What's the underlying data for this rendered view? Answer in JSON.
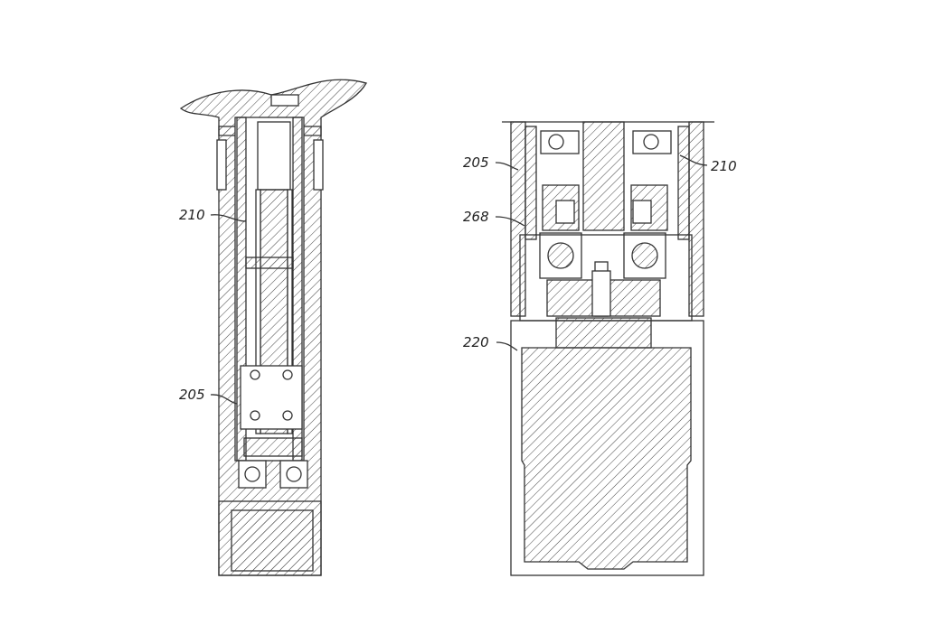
{
  "figure_left": {
    "labels": [
      {
        "text": "210"
      },
      {
        "text": "205"
      }
    ]
  },
  "figure_right": {
    "labels": [
      {
        "text": "205"
      },
      {
        "text": "268"
      },
      {
        "text": "220"
      },
      {
        "text": "210"
      }
    ]
  },
  "colors": {
    "line": "#333333",
    "background": "#ffffff"
  }
}
